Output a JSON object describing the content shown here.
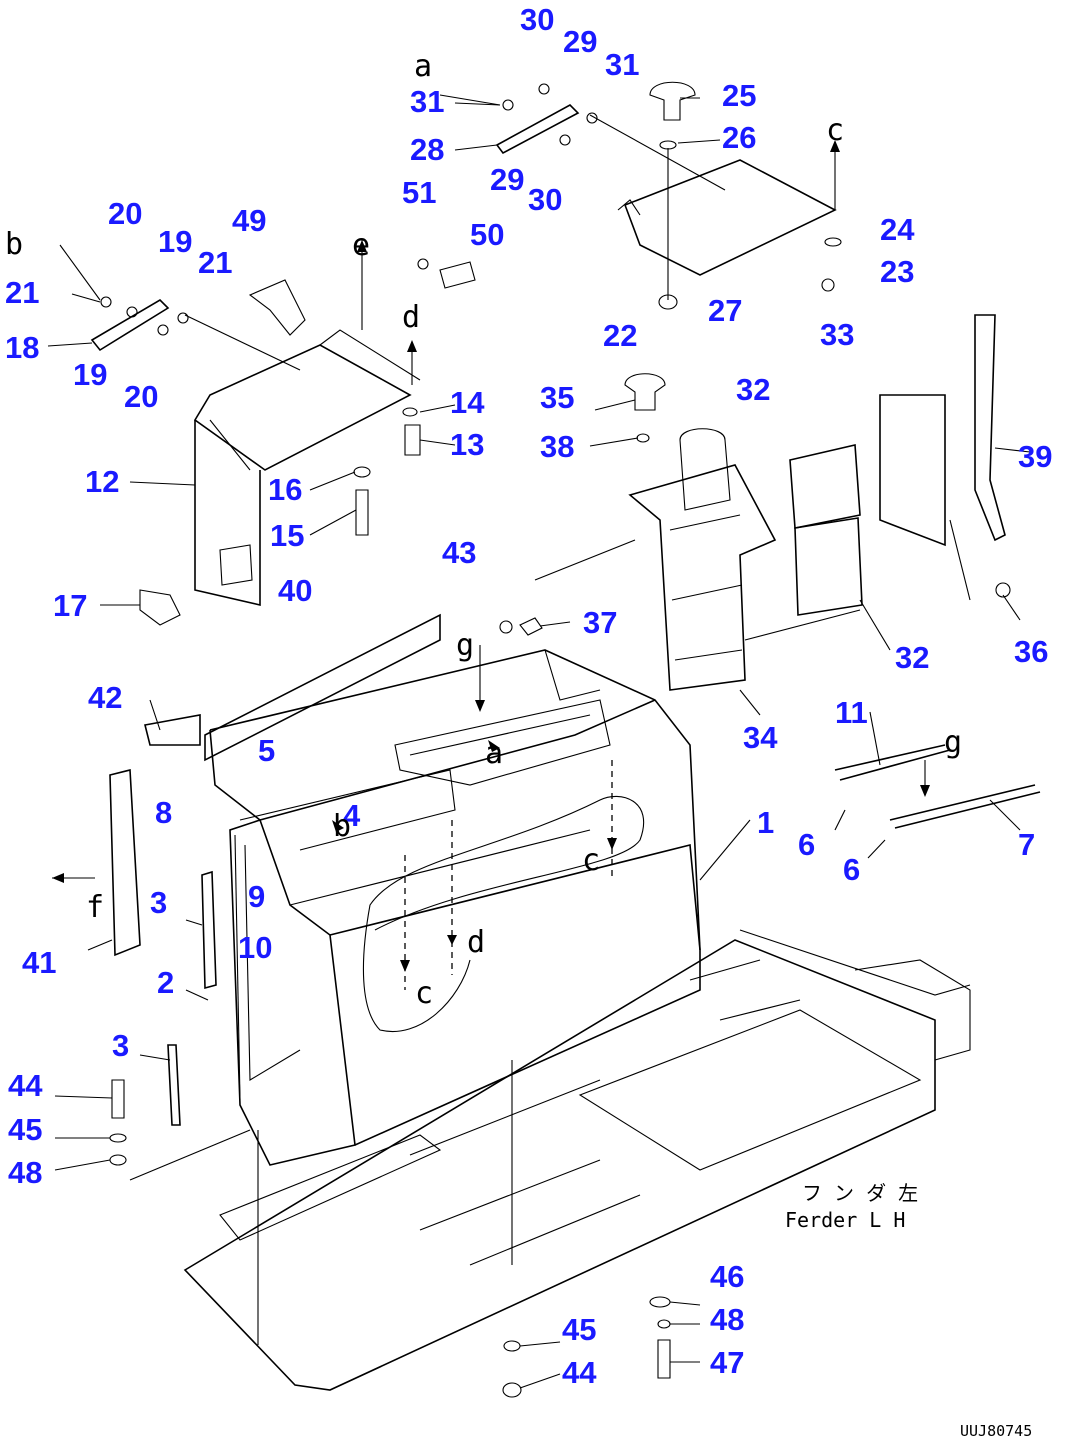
{
  "diagram": {
    "part_numbers": [
      {
        "label": "30"
      },
      {
        "label": "29"
      },
      {
        "label": "31"
      },
      {
        "label": "25"
      },
      {
        "label": "31"
      },
      {
        "label": "26"
      },
      {
        "label": "28"
      },
      {
        "label": "29"
      },
      {
        "label": "30"
      },
      {
        "label": "51"
      },
      {
        "label": "50"
      },
      {
        "label": "20"
      },
      {
        "label": "19"
      },
      {
        "label": "21"
      },
      {
        "label": "49"
      },
      {
        "label": "21"
      },
      {
        "label": "18"
      },
      {
        "label": "19"
      },
      {
        "label": "20"
      },
      {
        "label": "24"
      },
      {
        "label": "23"
      },
      {
        "label": "22"
      },
      {
        "label": "27"
      },
      {
        "label": "14"
      },
      {
        "label": "13"
      },
      {
        "label": "12"
      },
      {
        "label": "16"
      },
      {
        "label": "15"
      },
      {
        "label": "35"
      },
      {
        "label": "38"
      },
      {
        "label": "33"
      },
      {
        "label": "32"
      },
      {
        "label": "39"
      },
      {
        "label": "17"
      },
      {
        "label": "40"
      },
      {
        "label": "43"
      },
      {
        "label": "37"
      },
      {
        "label": "32"
      },
      {
        "label": "36"
      },
      {
        "label": "42"
      },
      {
        "label": "34"
      },
      {
        "label": "5"
      },
      {
        "label": "11"
      },
      {
        "label": "8"
      },
      {
        "label": "4"
      },
      {
        "label": "1"
      },
      {
        "label": "6"
      },
      {
        "label": "7"
      },
      {
        "label": "6"
      },
      {
        "label": "3"
      },
      {
        "label": "9"
      },
      {
        "label": "41"
      },
      {
        "label": "10"
      },
      {
        "label": "2"
      },
      {
        "label": "3"
      },
      {
        "label": "44"
      },
      {
        "label": "45"
      },
      {
        "label": "48"
      },
      {
        "label": "46"
      },
      {
        "label": "48"
      },
      {
        "label": "45"
      },
      {
        "label": "47"
      },
      {
        "label": "44"
      }
    ],
    "reference_letters": [
      {
        "label": "a"
      },
      {
        "label": "b"
      },
      {
        "label": "c"
      },
      {
        "label": "e"
      },
      {
        "label": "d"
      },
      {
        "label": "g"
      },
      {
        "label": "a"
      },
      {
        "label": "g"
      },
      {
        "label": "c"
      },
      {
        "label": "b"
      },
      {
        "label": "c"
      },
      {
        "label": "f"
      },
      {
        "label": "d"
      },
      {
        "label": "c"
      }
    ],
    "note_japanese": "フ ン ダ 左",
    "note_english": "Ferder L H",
    "drawing_code": "UUJ80745"
  }
}
